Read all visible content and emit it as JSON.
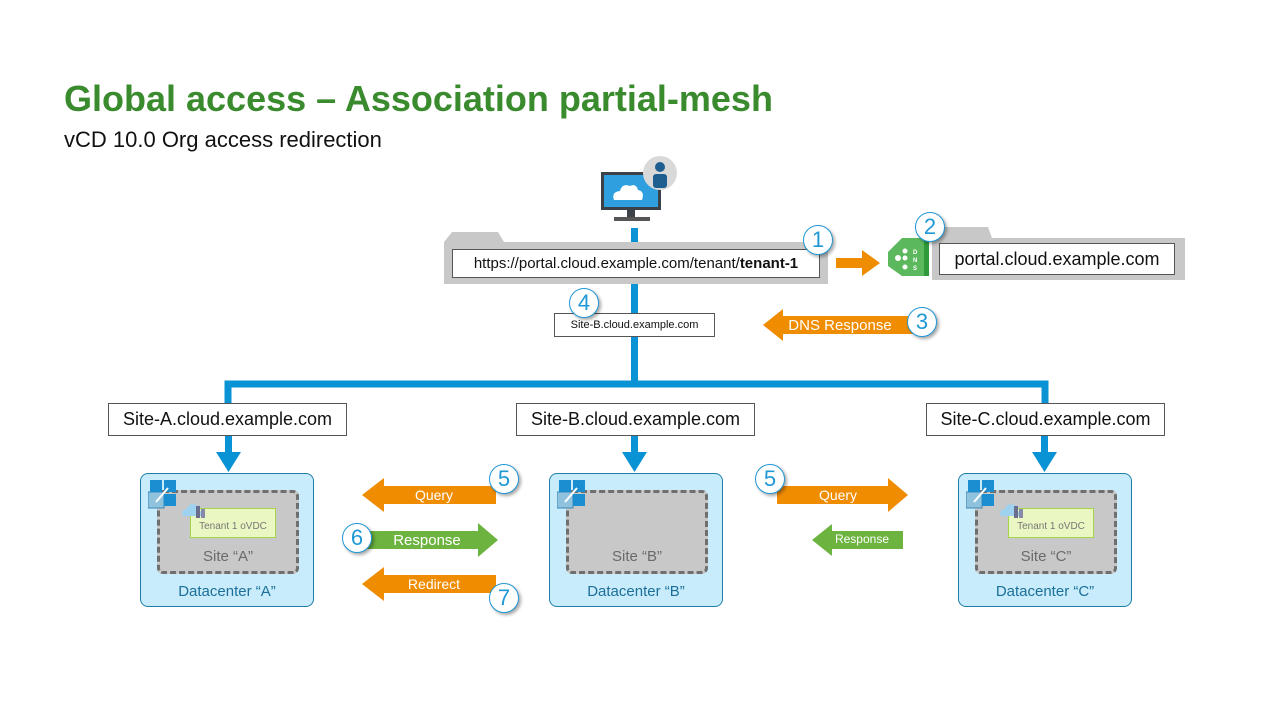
{
  "slide": {
    "title": "Global access – Association partial-mesh",
    "subtitle": "vCD 10.0 Org access redirection"
  },
  "colors": {
    "title_green": "#3a8a2e",
    "connector_blue": "#0a93d4",
    "arrow_orange": "#f08c00",
    "arrow_green": "#6db33f",
    "datacenter_fill": "#c8ecfb",
    "site_fill": "#c8c8c8",
    "ovdc_fill": "#eaf7c2",
    "step_circle": "#1e98d6"
  },
  "client": {
    "icon": "monitor-with-user-icon",
    "url_prefix": "https://portal.cloud.example.com/tenant/",
    "url_tenant": "tenant-1"
  },
  "dns": {
    "icon": "dns-server-icon",
    "icon_letters": [
      "D",
      "N",
      "S"
    ],
    "query_name": "portal.cloud.example.com",
    "response_label": "DNS Response",
    "resolved_name": "Site-B.cloud.example.com"
  },
  "steps": [
    "1",
    "2",
    "3",
    "4",
    "5",
    "6",
    "7",
    "5"
  ],
  "sites": [
    {
      "hostname": "Site-A.cloud.example.com",
      "site": "Site “A”",
      "datacenter": "Datacenter “A”",
      "ovdc": "Tenant 1 oVDC"
    },
    {
      "hostname": "Site-B.cloud.example.com",
      "site": "Site “B”",
      "datacenter": "Datacenter “B”",
      "ovdc": null
    },
    {
      "hostname": "Site-C.cloud.example.com",
      "site": "Site “C”",
      "datacenter": "Datacenter “C”",
      "ovdc": "Tenant 1 oVDC"
    }
  ],
  "flows": {
    "ba_query": "Query",
    "ab_response": "Response",
    "ba_redirect": "Redirect",
    "bc_query": "Query",
    "cb_response": "Response"
  }
}
